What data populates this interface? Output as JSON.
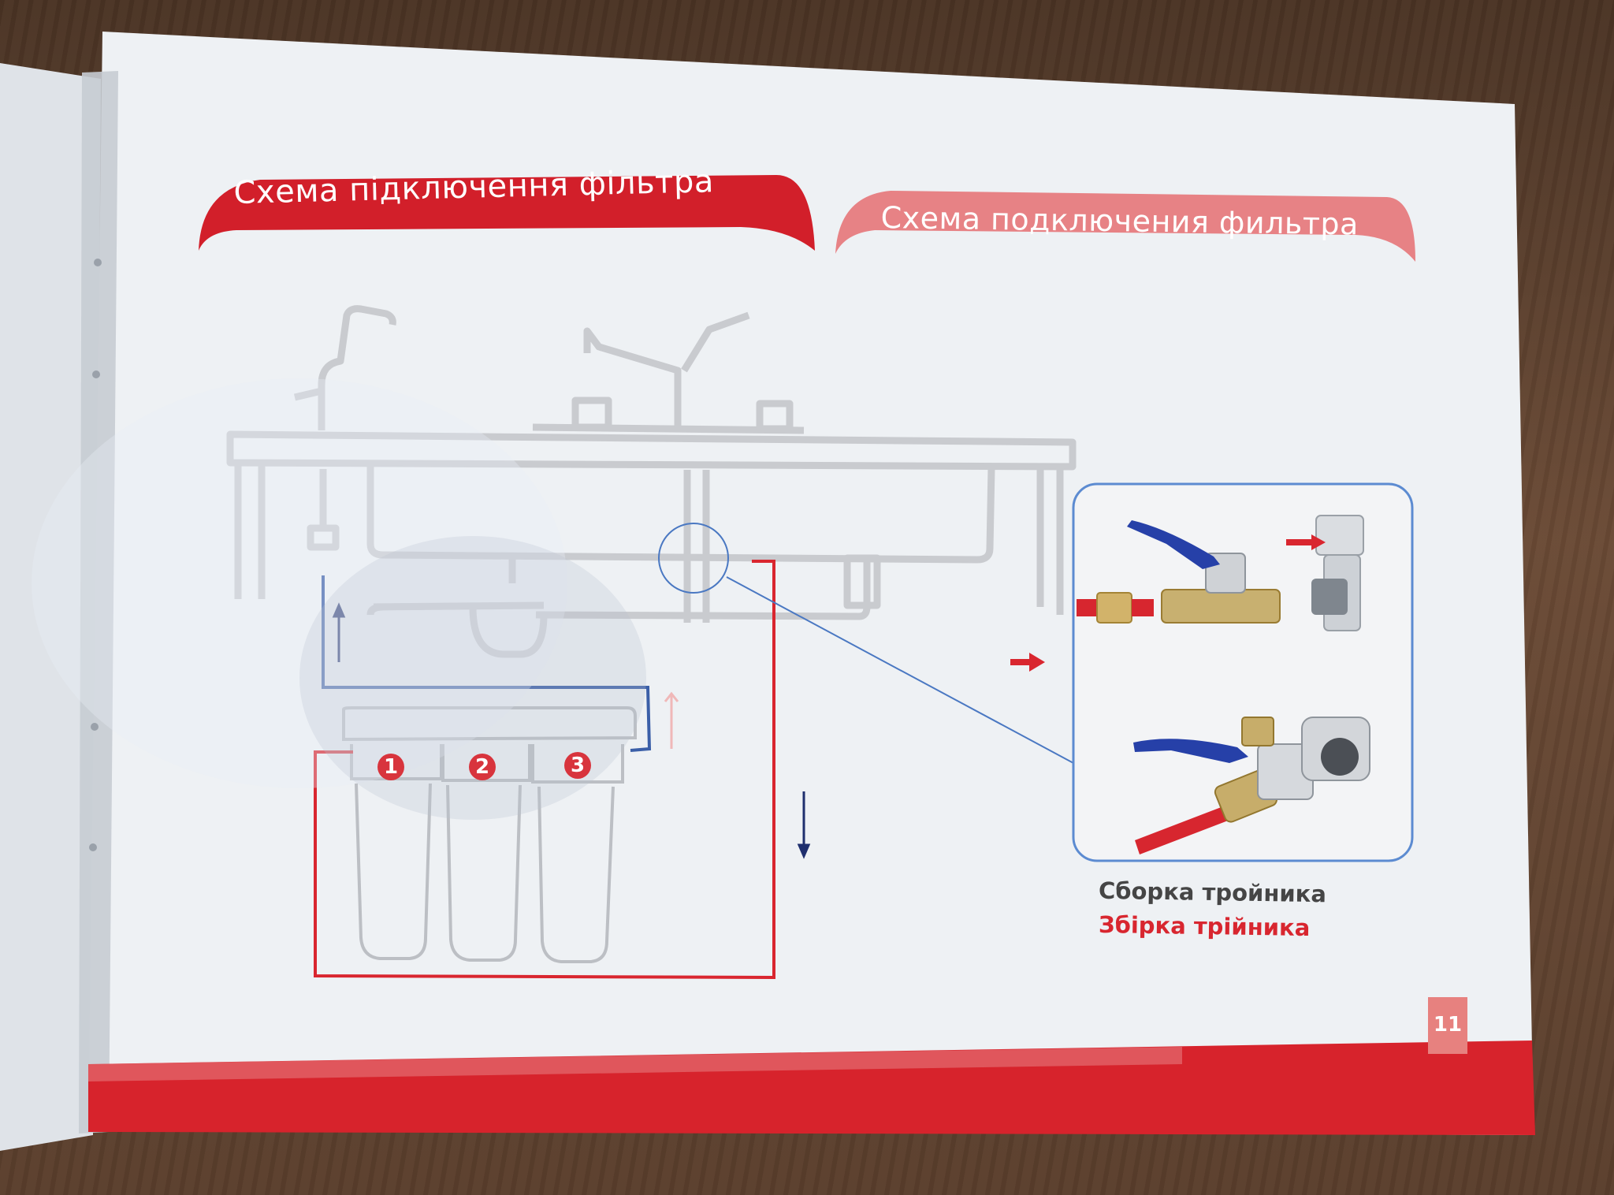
{
  "titles": {
    "ukrainian": "Схема підключення фільтра",
    "russian": "Схема подключения фильтра"
  },
  "filter_stages": [
    "1",
    "2",
    "3"
  ],
  "captions": {
    "russian": "Сборка тройника",
    "ukrainian": "Збірка трійника"
  },
  "page_number": "11",
  "colors": {
    "brand_red": "#d8262f",
    "light_red": "#e7817f",
    "pipe_blue": "#3b5fa8",
    "diagram_gray": "#c9cbcf",
    "paper": "#eef1f4"
  },
  "icons": {
    "flow_up_arrow": "arrow-up-icon",
    "flow_down_arrow": "arrow-down-icon",
    "pointer_arrow": "arrow-right-icon"
  }
}
